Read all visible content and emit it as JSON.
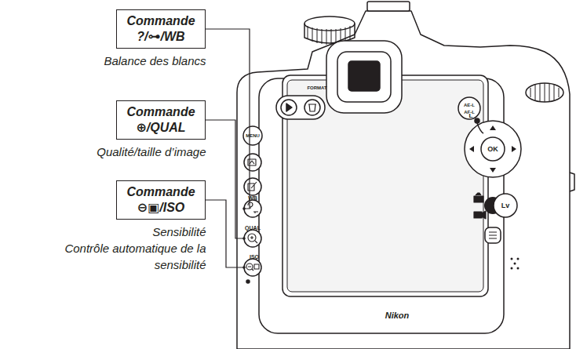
{
  "diagram": {
    "nodes": [
      {
        "text": [
          "Commande ?/⊶/WB",
          "Balance des blancs"
        ]
      },
      {
        "text": [
          "Commande ⊕/QUAL",
          "Qualité/taille d’image"
        ]
      },
      {
        "text": [
          "Commande ⊖▣/ISO",
          "Sensibilité",
          "Contrôle automatique de la sensibilité"
        ]
      }
    ],
    "labels": [
      "MENU",
      "FORMAT",
      "AE-L",
      "AF-L",
      "OK",
      "L",
      "Lv",
      "WB",
      "QUAL",
      "ISO",
      "Nikon"
    ]
  }
}
